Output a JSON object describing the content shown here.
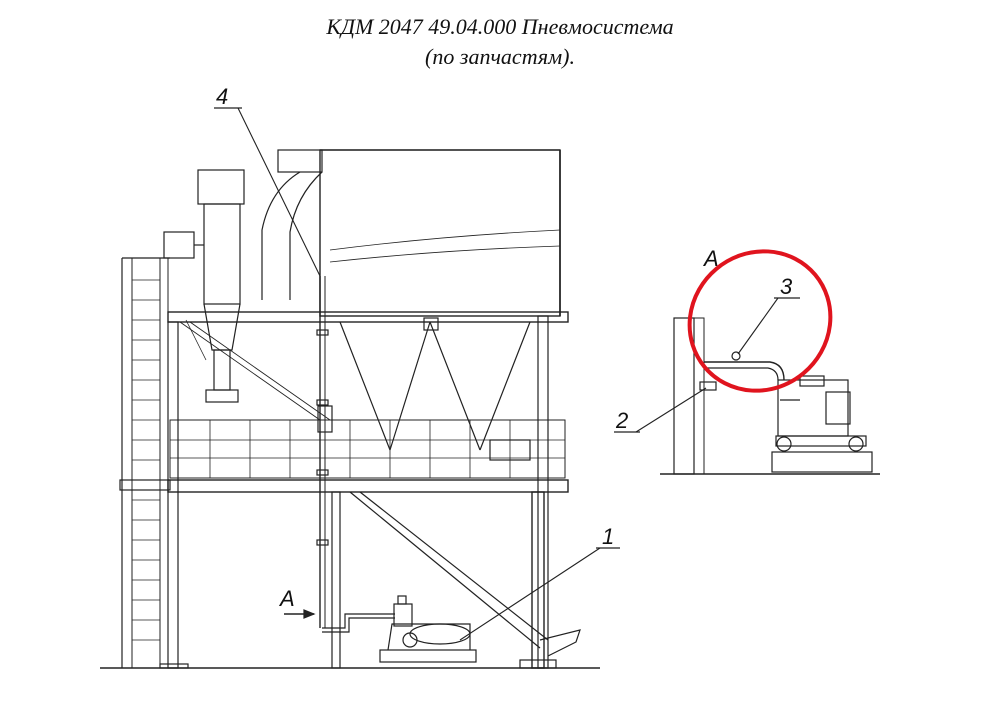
{
  "title": {
    "line1": "КДМ 2047 49.04.000 Пневмосистема",
    "line2": "(по запчастям)."
  },
  "callouts": {
    "c1": "1",
    "c2": "2",
    "c3": "3",
    "c4": "4"
  },
  "views": {
    "arrow_label": "A",
    "detail_label": "A"
  },
  "colors": {
    "line": "#222222",
    "highlight": "#e0141e"
  }
}
